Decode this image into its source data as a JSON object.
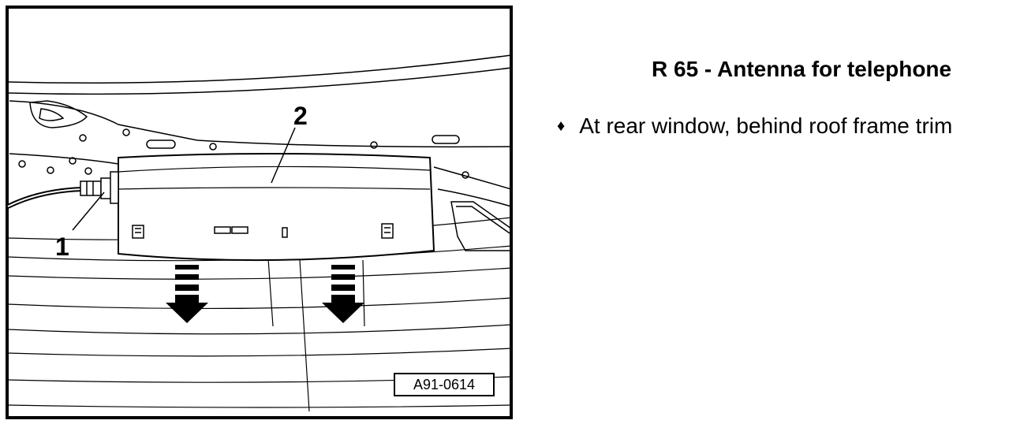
{
  "figure": {
    "callout_1": "1",
    "callout_2": "2",
    "figure_id": "A91-0614"
  },
  "text": {
    "heading": "R 65 - Antenna for telephone",
    "bullet_icon": "diamond-bullet",
    "bullet_glyph": "♦",
    "bullet_text": "At rear window, behind roof frame trim"
  }
}
